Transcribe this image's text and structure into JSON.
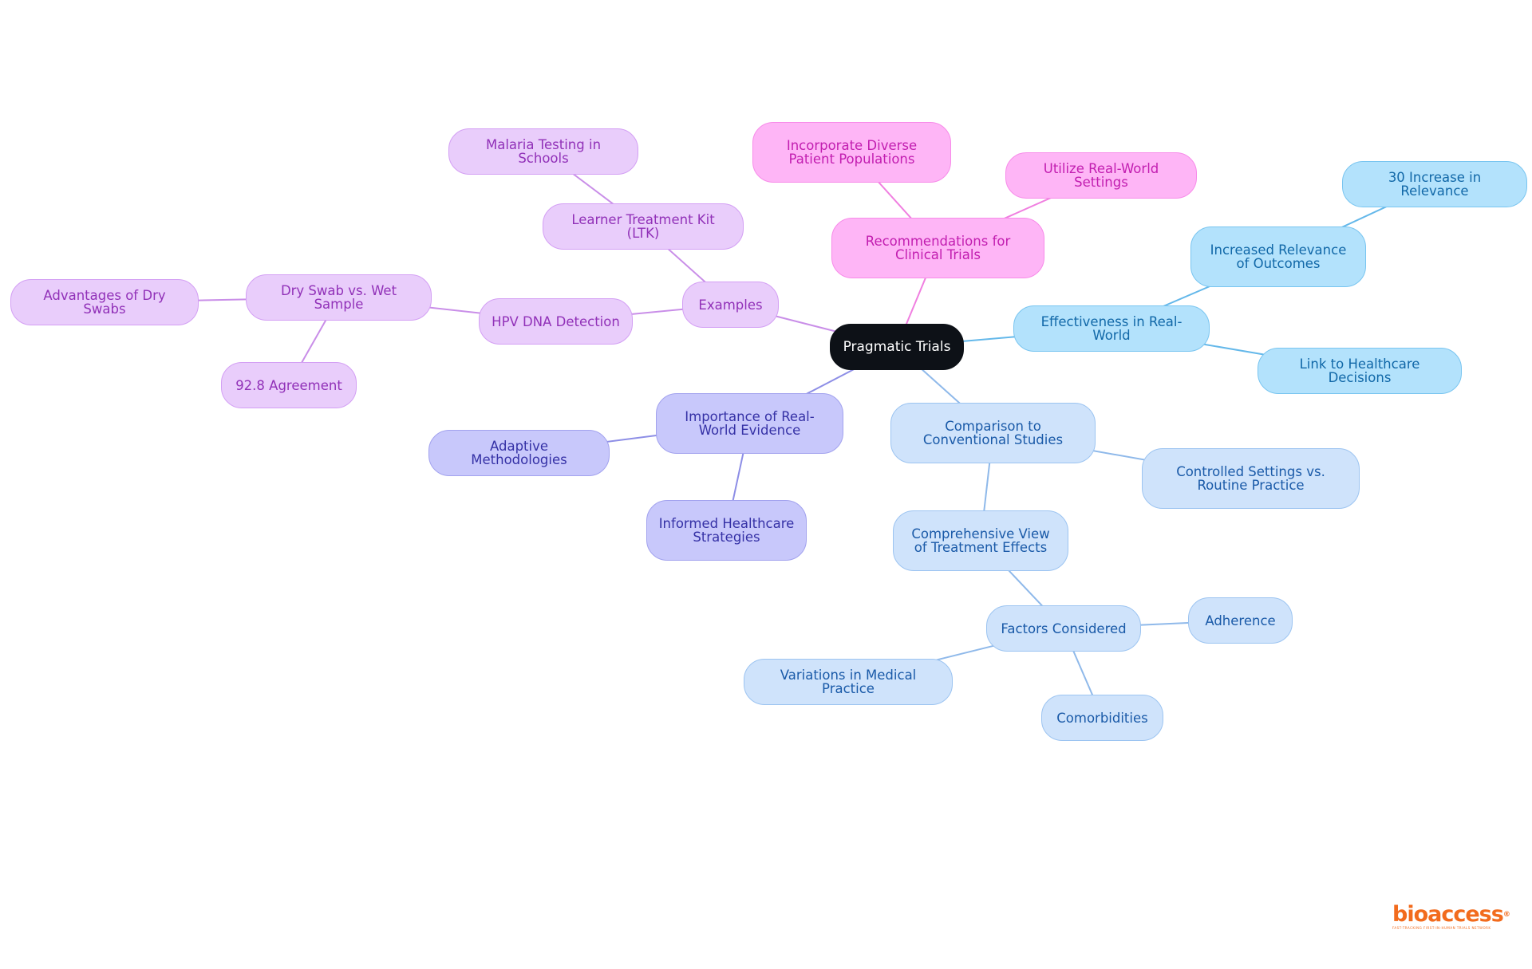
{
  "root": "Pragmatic Trials",
  "nodes": {
    "examples": "Examples",
    "ltk": "Learner Treatment Kit (LTK)",
    "malaria": "Malaria Testing in Schools",
    "hpv": "HPV DNA Detection",
    "dryswab": "Dry Swab vs. Wet Sample",
    "advantages": "Advantages of Dry Swabs",
    "agreement": "92.8 Agreement",
    "recommendations": "Recommendations for Clinical Trials",
    "diverse": "Incorporate Diverse Patient Populations",
    "realworld_settings": "Utilize Real-World Settings",
    "effectiveness": "Effectiveness in Real-World",
    "relevance_outcomes": "Increased Relevance of Outcomes",
    "relevance_30": "30 Increase in Relevance",
    "link_decisions": "Link to Healthcare Decisions",
    "importance": "Importance of Real-World Evidence",
    "adaptive": "Adaptive Methodologies",
    "informed": "Informed Healthcare Strategies",
    "comparison": "Comparison to Conventional Studies",
    "controlled": "Controlled Settings vs. Routine Practice",
    "comprehensive": "Comprehensive View of Treatment Effects",
    "factors": "Factors Considered",
    "adherence": "Adherence",
    "variations": "Variations in Medical Practice",
    "comorbidities": "Comorbidities"
  },
  "edges": [
    [
      "root",
      "examples"
    ],
    [
      "examples",
      "ltk"
    ],
    [
      "ltk",
      "malaria"
    ],
    [
      "examples",
      "hpv"
    ],
    [
      "hpv",
      "dryswab"
    ],
    [
      "dryswab",
      "advantages"
    ],
    [
      "dryswab",
      "agreement"
    ],
    [
      "root",
      "recommendations"
    ],
    [
      "recommendations",
      "diverse"
    ],
    [
      "recommendations",
      "realworld_settings"
    ],
    [
      "root",
      "effectiveness"
    ],
    [
      "effectiveness",
      "relevance_outcomes"
    ],
    [
      "relevance_outcomes",
      "relevance_30"
    ],
    [
      "effectiveness",
      "link_decisions"
    ],
    [
      "root",
      "importance"
    ],
    [
      "importance",
      "adaptive"
    ],
    [
      "importance",
      "informed"
    ],
    [
      "root",
      "comparison"
    ],
    [
      "comparison",
      "controlled"
    ],
    [
      "comparison",
      "comprehensive"
    ],
    [
      "comprehensive",
      "factors"
    ],
    [
      "factors",
      "adherence"
    ],
    [
      "factors",
      "variations"
    ],
    [
      "factors",
      "comorbidities"
    ]
  ],
  "branch_colors": {
    "purple": "#c98ee8",
    "pink": "#f07fe0",
    "blue": "#64b8ea",
    "lightblue": "#8fb9ea",
    "indigo": "#8d8ee6"
  },
  "logo": {
    "word": "bioaccess",
    "reg": "®",
    "tagline": "Fast-tracking first-in-human trials network"
  }
}
